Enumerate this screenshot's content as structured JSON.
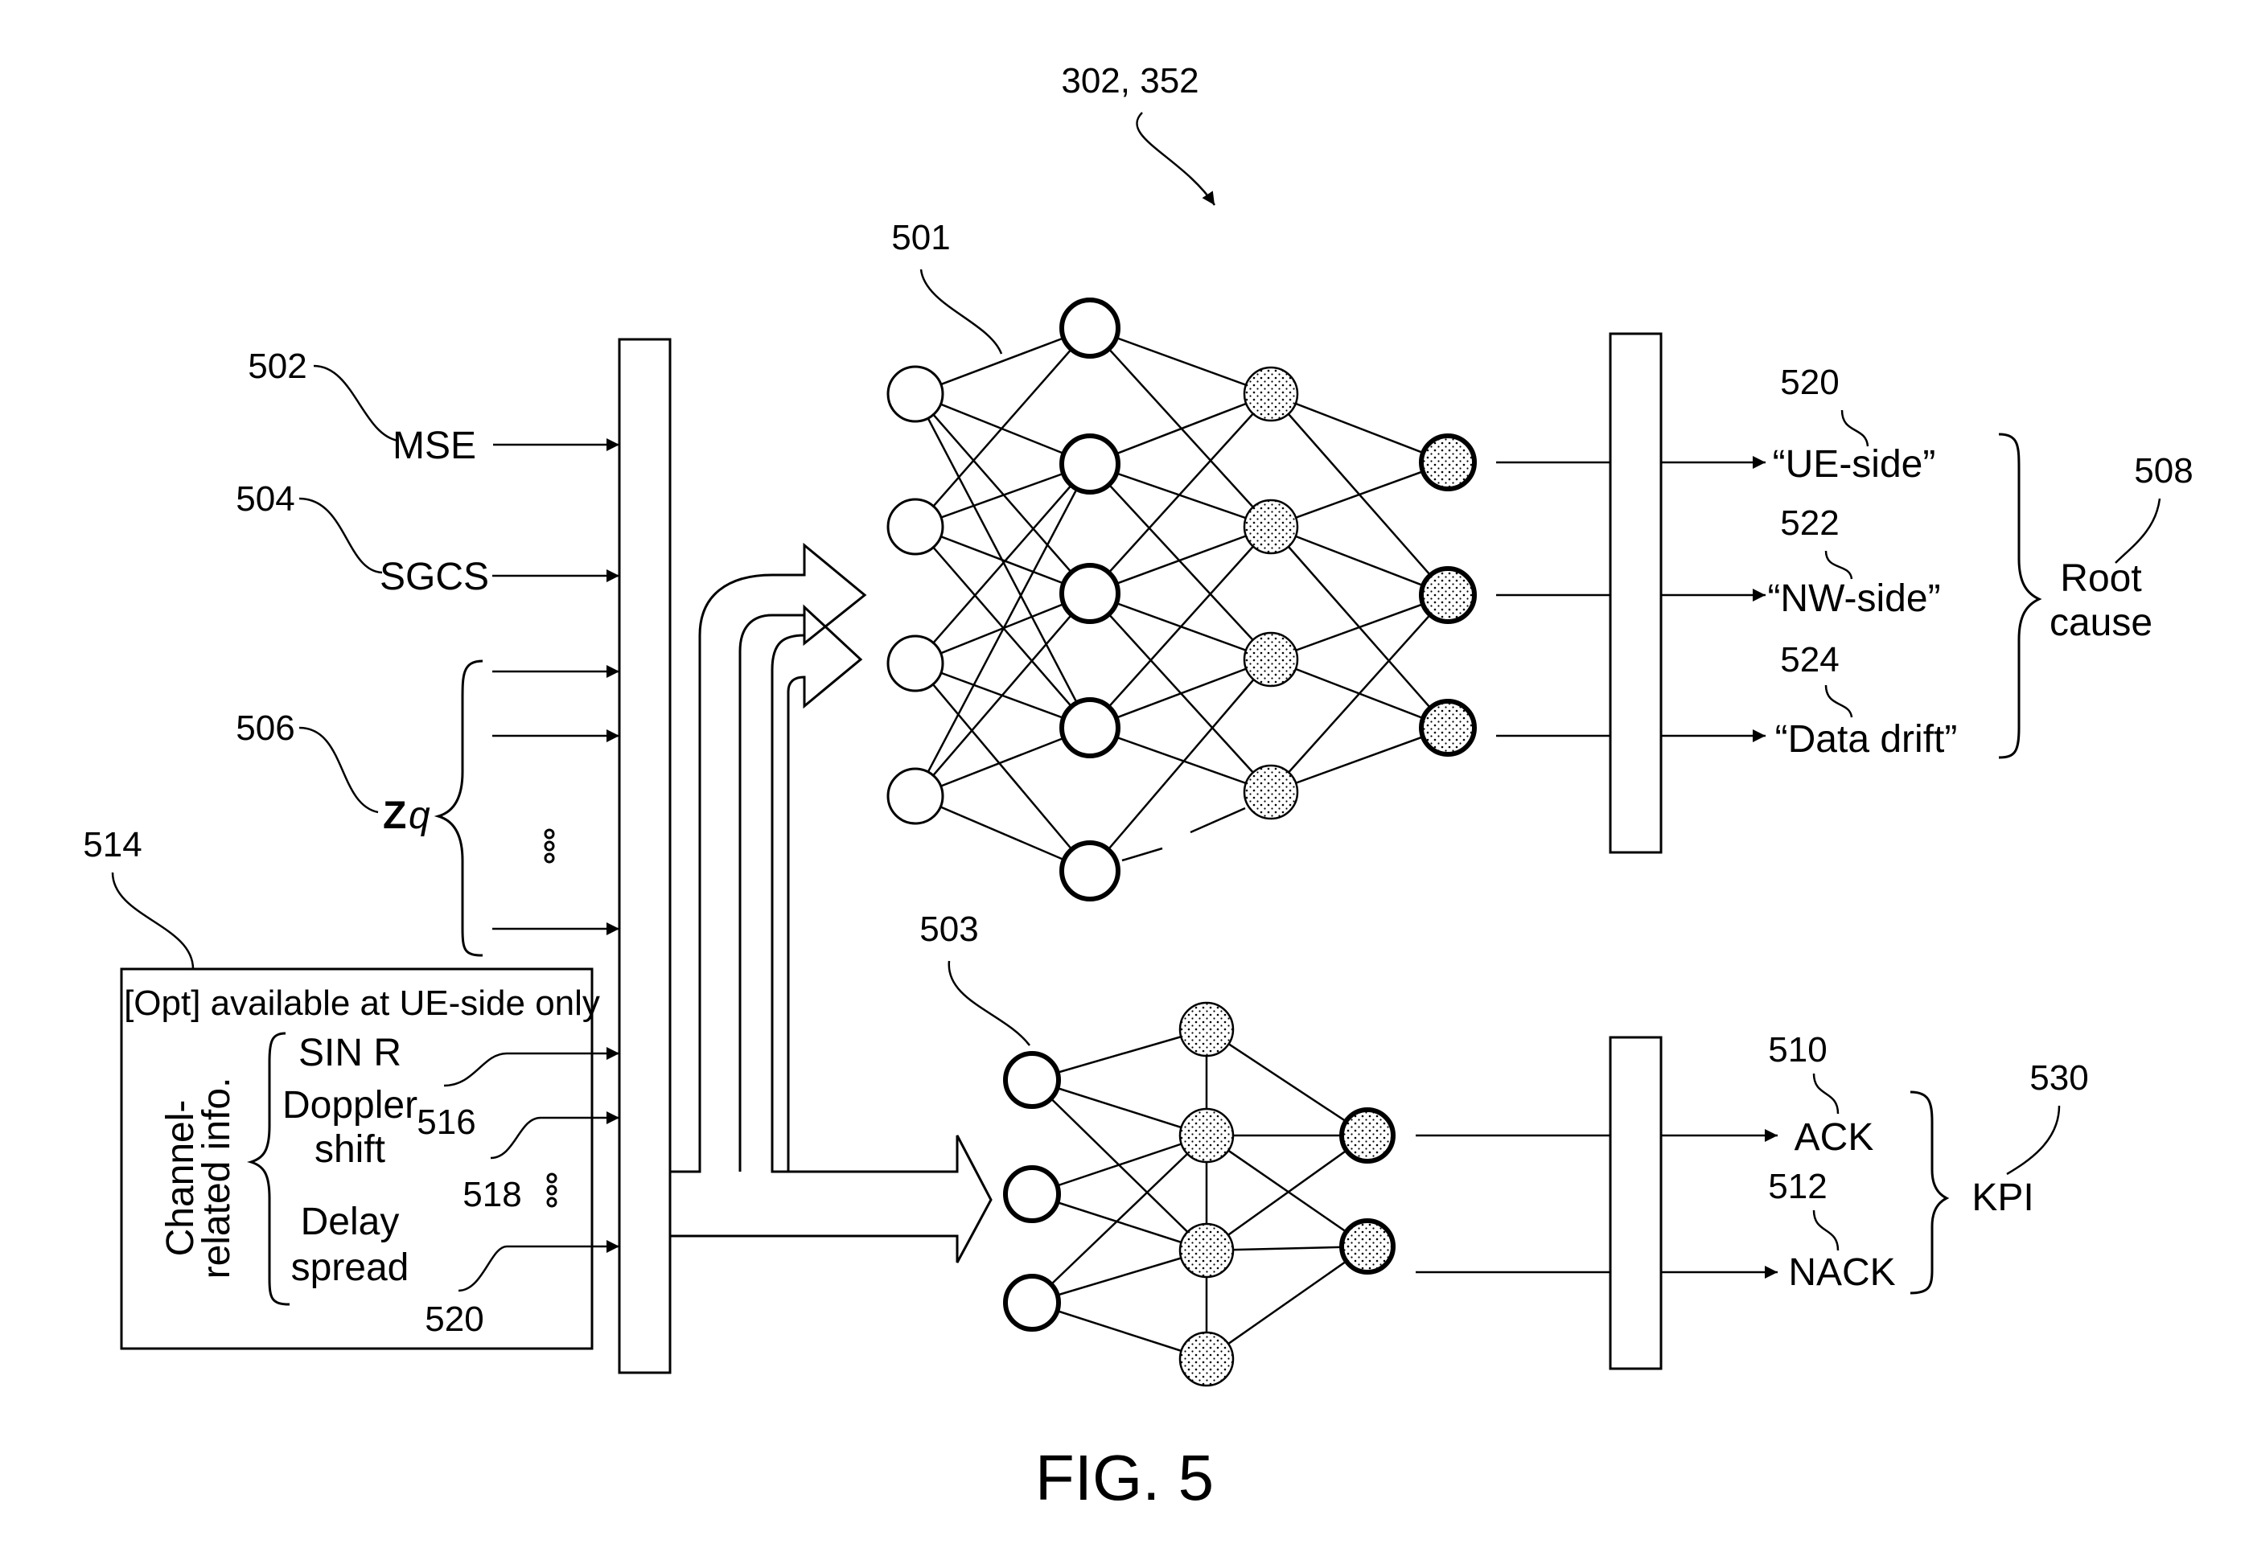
{
  "figure": {
    "title": "FIG. 5",
    "ref_top": "302, 352"
  },
  "labels": {
    "mse": "MSE",
    "sgcs": "SGCS",
    "zq_bold": "Z",
    "zq_sub": "q",
    "opt_note": "[Opt] available at UE-side only",
    "channel_line1": "Channel-",
    "channel_line2": "related info.",
    "sinr": "SIN R",
    "doppler_line1": "Doppler",
    "doppler_line2": "shift",
    "delay_line1": "Delay",
    "delay_line2": "spread",
    "ue_side": "“UE-side”",
    "nw_side": "“NW-side”",
    "data_drift": "“Data drift”",
    "root_line1": "Root",
    "root_line2": "cause",
    "ack": "ACK",
    "nack": "NACK",
    "kpi": "KPI"
  },
  "refs": {
    "r501": "501",
    "r502": "502",
    "r503": "503",
    "r504": "504",
    "r506": "506",
    "r508": "508",
    "r510": "510",
    "r512": "512",
    "r514": "514",
    "r516": "516",
    "r518": "518",
    "r520_input": "520",
    "r520_output": "520",
    "r522": "522",
    "r524": "524",
    "r530": "530"
  }
}
